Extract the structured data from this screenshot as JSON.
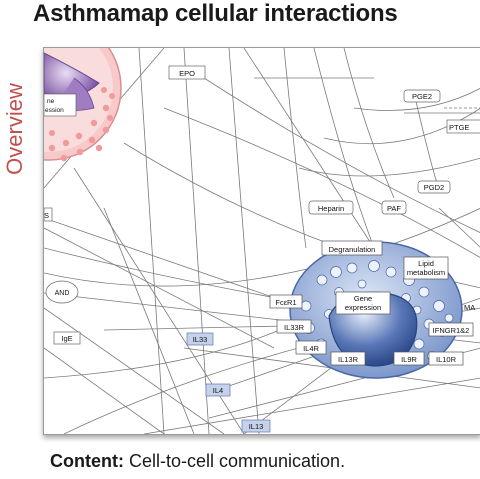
{
  "title": "Asthmamap cellular interactions",
  "side_label": "Overview",
  "content_label": "Content:",
  "content_text": "Cell-to-cell communication.",
  "nodes": {
    "epo": "EPO",
    "pge2": "PGE2",
    "ptge": "PTGE",
    "pgd2": "PGD2",
    "heparin": "Heparin",
    "paf": "PAF",
    "degranulation": "Degranulation",
    "lipid_metabolism_1": "Lipid",
    "lipid_metabolism_2": "metabolism",
    "gene_expression_1": "Gene",
    "gene_expression_2": "expression",
    "gene_expression_left_1": "ne",
    "gene_expression_left_2": "ession",
    "and_node": "AND",
    "fcer1": "FcεR1",
    "il33r": "IL33R",
    "il4r": "IL4R",
    "il13r": "IL13R",
    "il9r": "IL9R",
    "il10r": "IL10R",
    "ifngr": "IFNGR1&2",
    "ma": "MA",
    "ige": "IgE",
    "il33": "IL33",
    "il4": "IL4",
    "il13": "IL13",
    "s_node": "S"
  },
  "colors": {
    "title": "#1a1a1a",
    "side": "#c0504d",
    "cell_blue": "#9fb4d8",
    "cell_pink": "#f4a3a3",
    "nucleus_purple": "#8f67b0",
    "receptor_fill": "#c6d2ec"
  }
}
